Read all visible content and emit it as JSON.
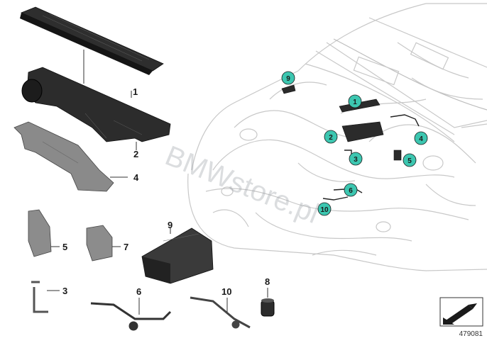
{
  "callouts": [
    {
      "num": "1"
    },
    {
      "num": "2"
    },
    {
      "num": "4"
    },
    {
      "num": "5"
    },
    {
      "num": "7"
    },
    {
      "num": "9"
    },
    {
      "num": "3"
    },
    {
      "num": "6"
    },
    {
      "num": "10"
    },
    {
      "num": "8"
    }
  ],
  "badges": [
    {
      "num": "9"
    },
    {
      "num": "1"
    },
    {
      "num": "2"
    },
    {
      "num": "3"
    },
    {
      "num": "4"
    },
    {
      "num": "5"
    },
    {
      "num": "6"
    },
    {
      "num": "10"
    }
  ],
  "badge_color": "#3cc6b0",
  "watermark": "BMWstore.pl",
  "diagram_id": "479081"
}
